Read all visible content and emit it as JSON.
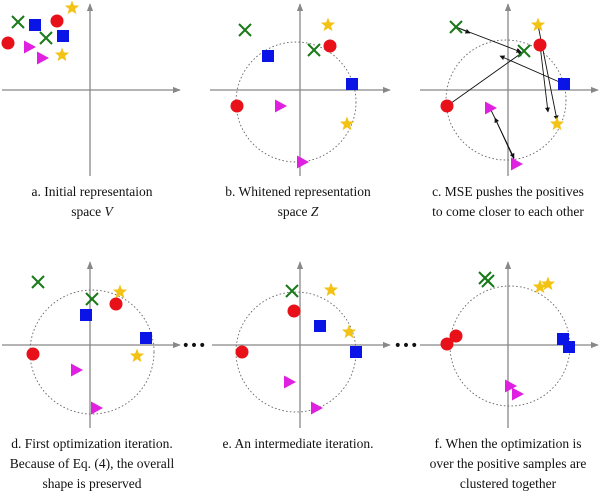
{
  "colors": {
    "axis": "#888888",
    "circle": "#666666",
    "red": "#e8111a",
    "blue": "#0a14e6",
    "green": "#1a7a1a",
    "yellow": "#f2c315",
    "magenta": "#e020e0",
    "arrow": "#111111"
  },
  "icons": {
    "circle": "red-dot-icon",
    "square": "blue-square-icon",
    "cross": "green-cross-icon",
    "star": "yellow-star-icon",
    "triangle": "magenta-triangle-icon"
  },
  "panels": [
    {
      "key": "a",
      "caption": [
        "a. Initial representaion",
        "space V"
      ],
      "italic_word": "V",
      "has_circle": false
    },
    {
      "key": "b",
      "caption": [
        "b. Whitened representation",
        "space Z"
      ],
      "italic_word": "Z",
      "has_circle": true
    },
    {
      "key": "c",
      "caption": [
        "c. MSE pushes the positives",
        "to come closer to each other"
      ],
      "italic_word": "",
      "has_circle": true
    },
    {
      "key": "d",
      "caption": [
        "d. First optimization iteration.",
        "Because of Eq. (4), the overall",
        "shape is preserved"
      ],
      "italic_word": "",
      "has_circle": true
    },
    {
      "key": "e",
      "caption": [
        "e. An intermediate iteration."
      ],
      "italic_word": "",
      "has_circle": true
    },
    {
      "key": "f",
      "caption": [
        "f. When the optimization is",
        "over the positive samples are",
        "clustered together"
      ],
      "italic_word": "",
      "has_circle": true
    }
  ],
  "ellipsis": [
    "•••",
    "•••"
  ]
}
